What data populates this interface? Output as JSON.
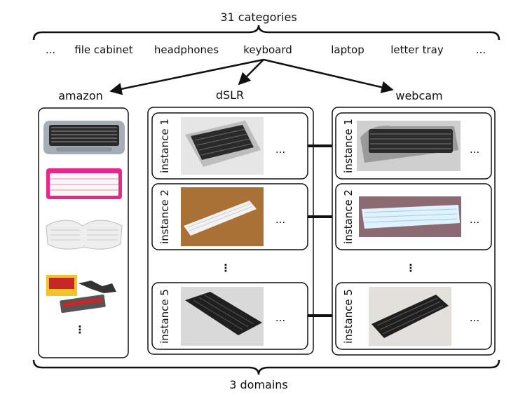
{
  "header": {
    "categories_label": "31 categories"
  },
  "categories": [
    "...",
    "file cabinet",
    "headphones",
    "keyboard",
    "laptop",
    "letter tray",
    "..."
  ],
  "domains": {
    "amazon": {
      "label": "amazon",
      "more": "⋮"
    },
    "dslr": {
      "label": "dSLR",
      "instances": [
        "instance 1",
        "instance 2",
        "instance 5"
      ],
      "ellipsis": "...",
      "vdots": "⋮"
    },
    "webcam": {
      "label": "webcam",
      "instances": [
        "instance 1",
        "instance 2",
        "instance 5"
      ],
      "ellipsis": "...",
      "vdots": "⋮"
    }
  },
  "footer": {
    "domains_label": "3 domains"
  },
  "colors": {
    "stroke": "#111111",
    "keyboard_dark": "#2a2a2a",
    "keyboard_silver": "#a7adb6",
    "keyboard_pink": "#e7288a",
    "keyboard_white": "#eeeeee",
    "desk_wood": "#b57a3c",
    "photo_grey": "#d9d9d9"
  }
}
